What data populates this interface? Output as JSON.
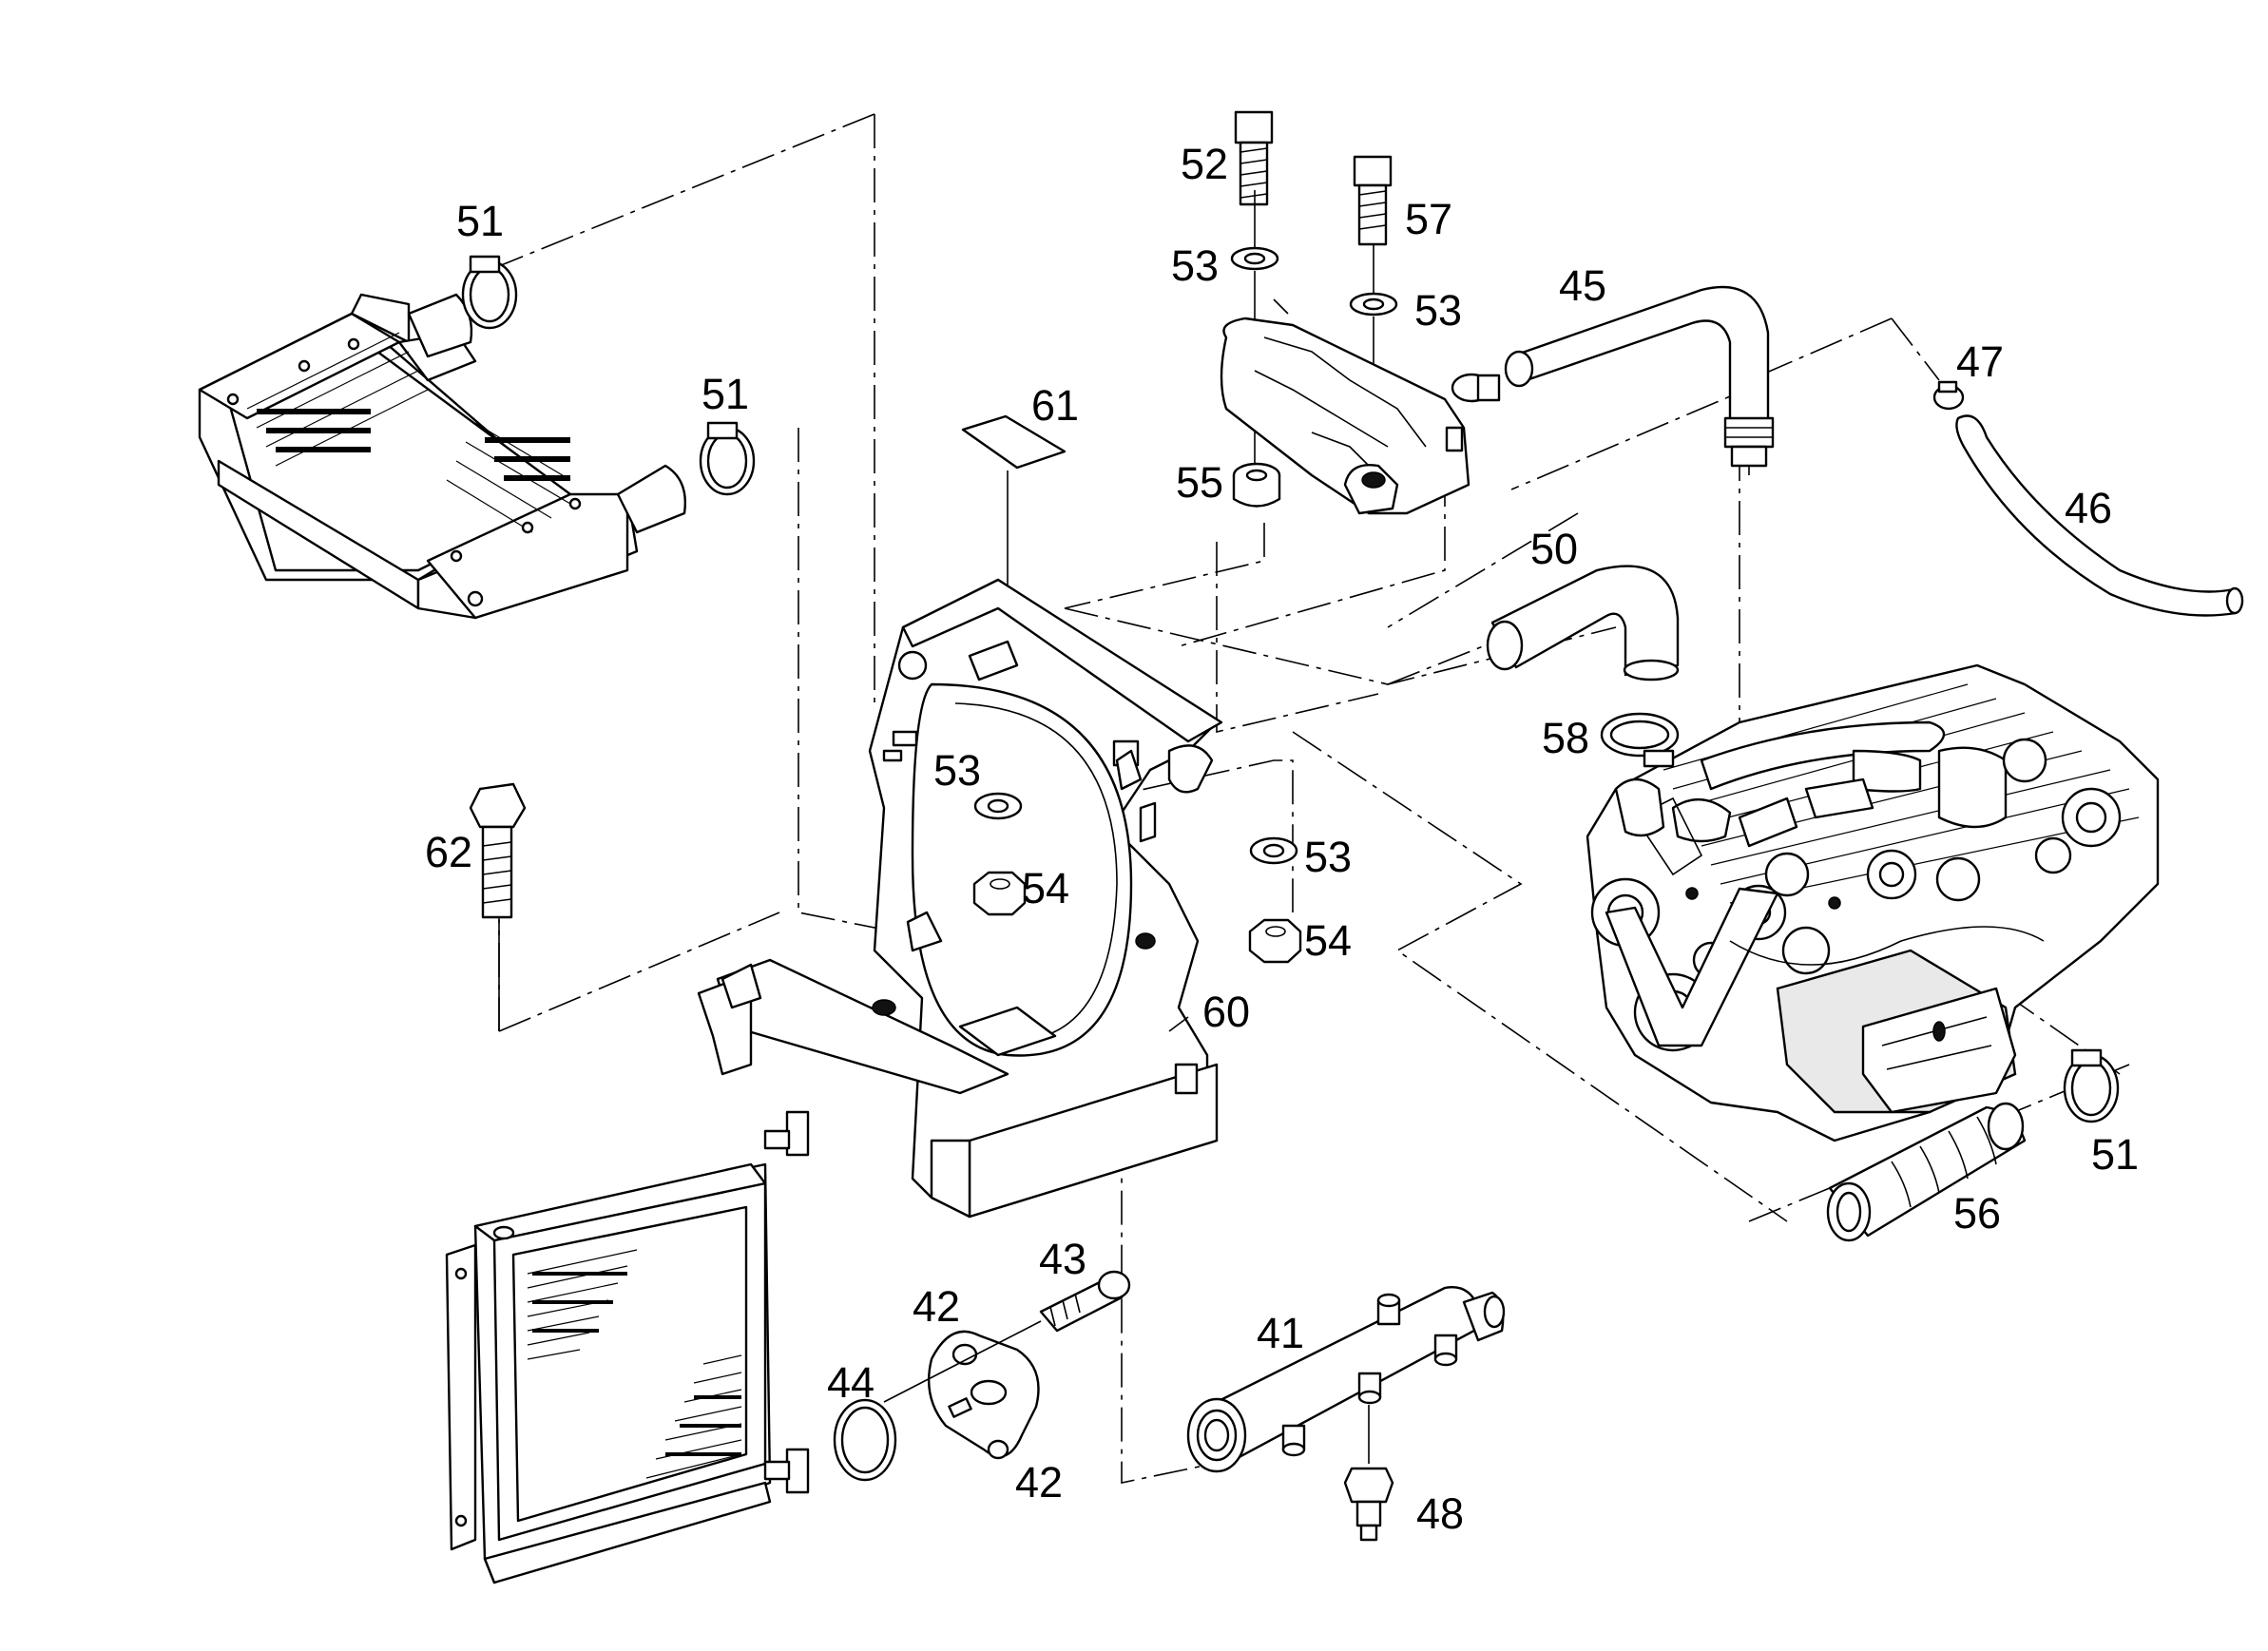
{
  "diagram": {
    "type": "exploded-parts-view",
    "callouts": {
      "c51_a": "51",
      "c51_b": "51",
      "c51_c": "51",
      "c52": "52",
      "c53_a": "53",
      "c53_b": "53",
      "c53_c": "53",
      "c53_d": "53",
      "c57": "57",
      "c45": "45",
      "c47": "47",
      "c46": "46",
      "c61": "61",
      "c55": "55",
      "c50": "50",
      "c58": "58",
      "c62": "62",
      "c54_a": "54",
      "c54_b": "54",
      "c60": "60",
      "c56": "56",
      "c43": "43",
      "c42_a": "42",
      "c42_b": "42",
      "c41": "41",
      "c44": "44",
      "c48": "48"
    }
  }
}
